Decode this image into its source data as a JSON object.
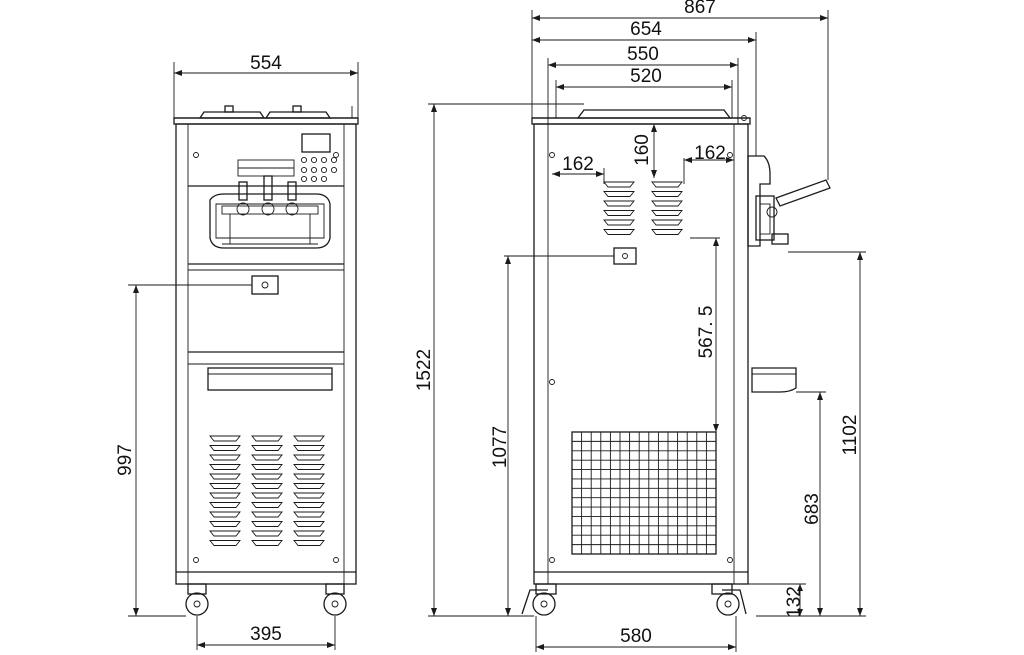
{
  "diagram": {
    "front_view": {
      "dimensions": {
        "overall_width": "554",
        "caster_spacing": "395",
        "outlet_height": "997"
      }
    },
    "side_view": {
      "dimensions": {
        "total_depth": "867",
        "depth_654": "654",
        "depth_550": "550",
        "depth_520": "520",
        "vent_left_offset": "162",
        "vent_right_offset": "162",
        "vent_top_offset": "160",
        "outlet_to_vent": "567. 5",
        "total_height": "1522",
        "outlet_height": "1077",
        "handle_height": "1102",
        "drip_tray_height": "683",
        "caster_height": "132",
        "base_depth": "580"
      }
    }
  }
}
